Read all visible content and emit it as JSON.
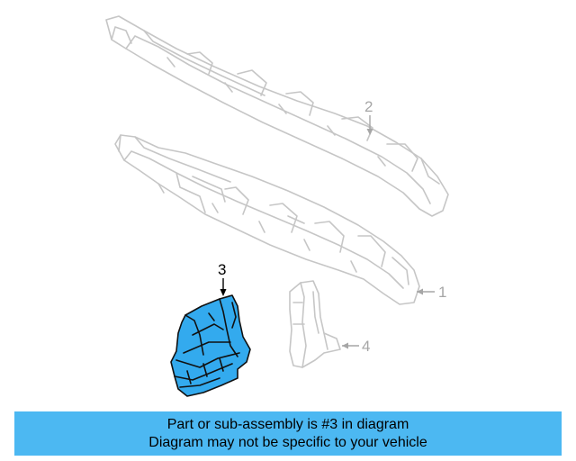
{
  "colors": {
    "background": "#ffffff",
    "outline_gray": "#c6c6c6",
    "highlight_fill": "#33aaee",
    "highlight_stroke": "#111111",
    "callout_gray": "#a6a6a6",
    "callout_black": "#000000",
    "banner": "#4cb8f2"
  },
  "callouts": [
    {
      "number": "1",
      "highlighted": false
    },
    {
      "number": "2",
      "highlighted": false
    },
    {
      "number": "3",
      "highlighted": true
    },
    {
      "number": "4",
      "highlighted": false
    }
  ],
  "footer": {
    "line1": "Part or sub-assembly is #3 in diagram",
    "line2": "Diagram may not be specific to your vehicle"
  }
}
